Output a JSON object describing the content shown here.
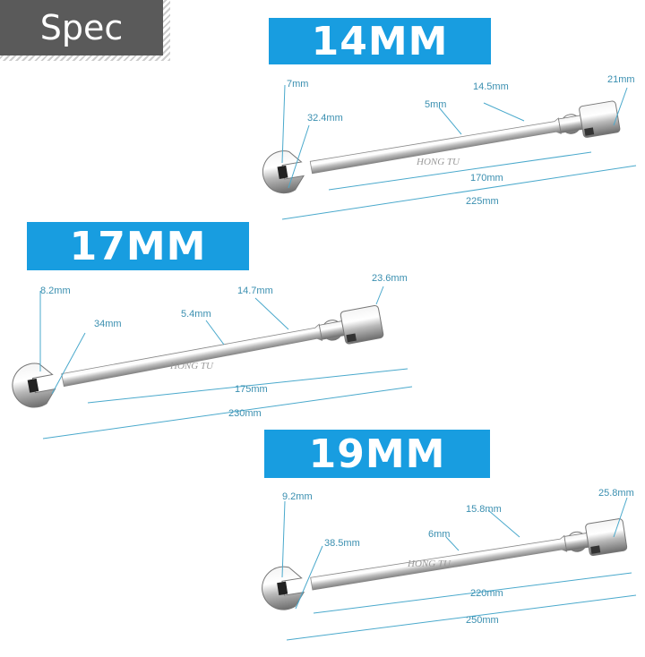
{
  "badge": {
    "label": "Spec"
  },
  "sizes": [
    {
      "title": "14MM",
      "brand": "HONG TU",
      "dims": {
        "jaw_thickness": "7mm",
        "head_width": "32.4mm",
        "shaft_thickness": "5mm",
        "neck_width": "14.5mm",
        "socket_diameter": "21mm",
        "handle_length": "170mm",
        "total_length": "225mm"
      }
    },
    {
      "title": "17MM",
      "brand": "HONG TU",
      "dims": {
        "jaw_thickness": "8.2mm",
        "head_width": "34mm",
        "shaft_thickness": "5.4mm",
        "neck_width": "14.7mm",
        "socket_diameter": "23.6mm",
        "handle_length": "175mm",
        "total_length": "230mm"
      }
    },
    {
      "title": "19MM",
      "brand": "HONG TU",
      "dims": {
        "jaw_thickness": "9.2mm",
        "head_width": "38.5mm",
        "shaft_thickness": "6mm",
        "neck_width": "15.8mm",
        "socket_diameter": "25.8mm",
        "handle_length": "220mm",
        "total_length": "250mm"
      }
    }
  ],
  "colors": {
    "accent": "#189de0",
    "badge": "#5a5a5a",
    "dimension": "#4aa9cc"
  }
}
